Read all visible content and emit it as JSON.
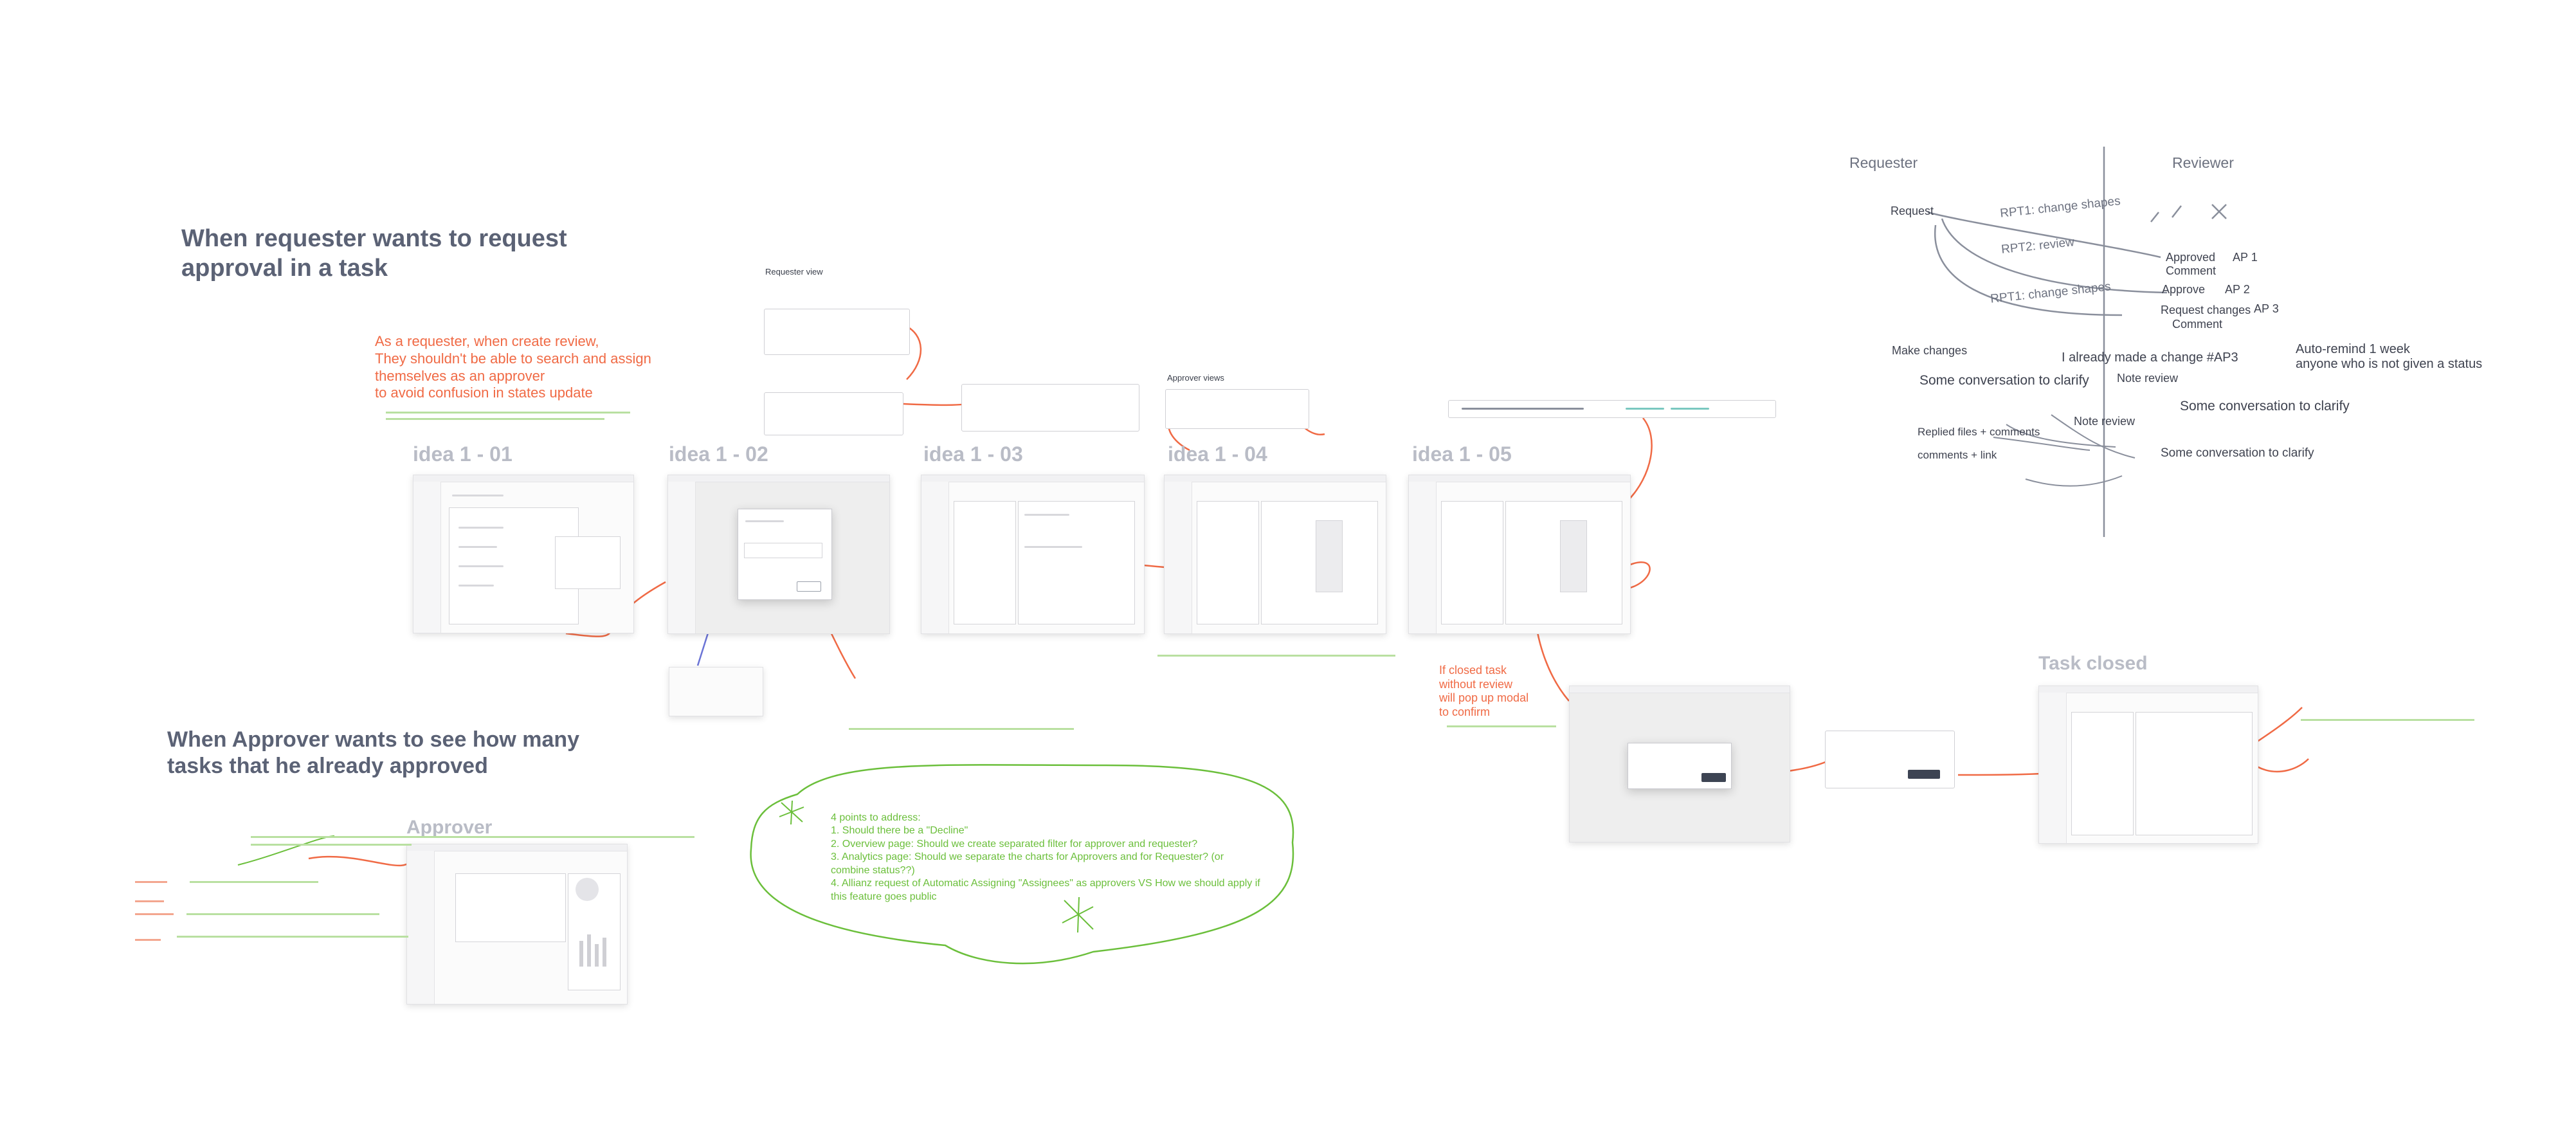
{
  "colors": {
    "orange": "#f06a45",
    "green": "#6bbf3b",
    "gray": "#5b6275",
    "blue": "#6b74d6"
  },
  "section1": {
    "title_line1": "When requester wants to request",
    "title_line2": "approval in a task",
    "orange_note": [
      "As a requester, when create review,",
      "They shouldn't be able to search and assign",
      "themselves as an approver",
      "to avoid confusion in states update"
    ]
  },
  "section2": {
    "title_line1": "When Approver wants to see how many",
    "title_line2": "tasks that he already approved",
    "approver_label": "Approver"
  },
  "ideas": [
    "idea 1 - 01",
    "idea 1 - 02",
    "idea 1 - 03",
    "idea 1 - 04",
    "idea 1 - 05"
  ],
  "requester_view": {
    "title": "Requester view"
  },
  "approver_view": {
    "title": "Approver views"
  },
  "task_closed": {
    "title": "Task closed"
  },
  "cloud": {
    "heading": "4 points to address:",
    "points": [
      "1. Should there be a \"Decline\"",
      "2. Overview page: Should we create separated filter for approver and requester?",
      "3. Analytics page:  Should we separate the charts for Approvers  and for Requester? (or",
      "combine status??)",
      "4. Allianz request of Automatic Assigning \"Assignees\" as approvers  VS How we should apply if",
      "this feature goes public"
    ]
  },
  "closed_note": [
    "If closed task",
    "without review",
    "will pop up modal",
    "to confirm"
  ],
  "sketch": {
    "requester": "Requester",
    "reviewer": "Reviewer",
    "request": "Request",
    "approved_comment": [
      "Approved",
      "Comment"
    ],
    "approve": "Approve",
    "request_changes": [
      "Request changes",
      "Comment"
    ],
    "ap1": "AP 1",
    "ap2": "AP 2",
    "ap3": "AP 3",
    "make_changes": "Make changes",
    "already_made": "I already made a change #AP3",
    "auto_remind": [
      "Auto-remind 1 week",
      "anyone who is not given a status"
    ],
    "some_conv_1": "Some conversation to clarify",
    "note_review_1": "Note review",
    "some_conv_2": "Some conversation to clarify",
    "note_review_2": "Note review",
    "replied_files": "Replied files + comments",
    "comments_link": "comments + link",
    "some_conv_3": "Some conversation to clarify",
    "scribble1": "RPT1: change shapes",
    "scribble2": "RPT2: review",
    "scribble3": "RPT1: change shapes"
  }
}
